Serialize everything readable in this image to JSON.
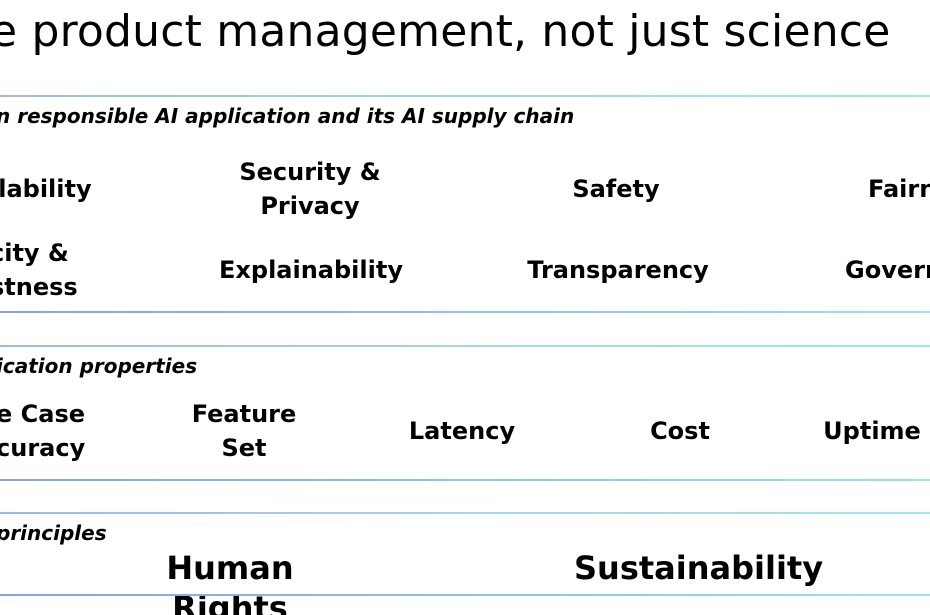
{
  "slide": {
    "title": "e product management, not just science"
  },
  "sections": [
    {
      "label": "n responsible AI application and its AI supply chain",
      "items": [
        "llability",
        "Security &\nPrivacy",
        "Safety",
        "Fairn",
        "city &\nstness",
        "Explainability",
        "Transparency",
        "Govern"
      ]
    },
    {
      "label": "ication properties",
      "items": [
        "e Case\ncuracy",
        "Feature\nSet",
        "Latency",
        "Cost",
        "Uptime"
      ]
    },
    {
      "label": "principles",
      "items": [
        "Human Rights",
        "Sustainability"
      ]
    }
  ]
}
